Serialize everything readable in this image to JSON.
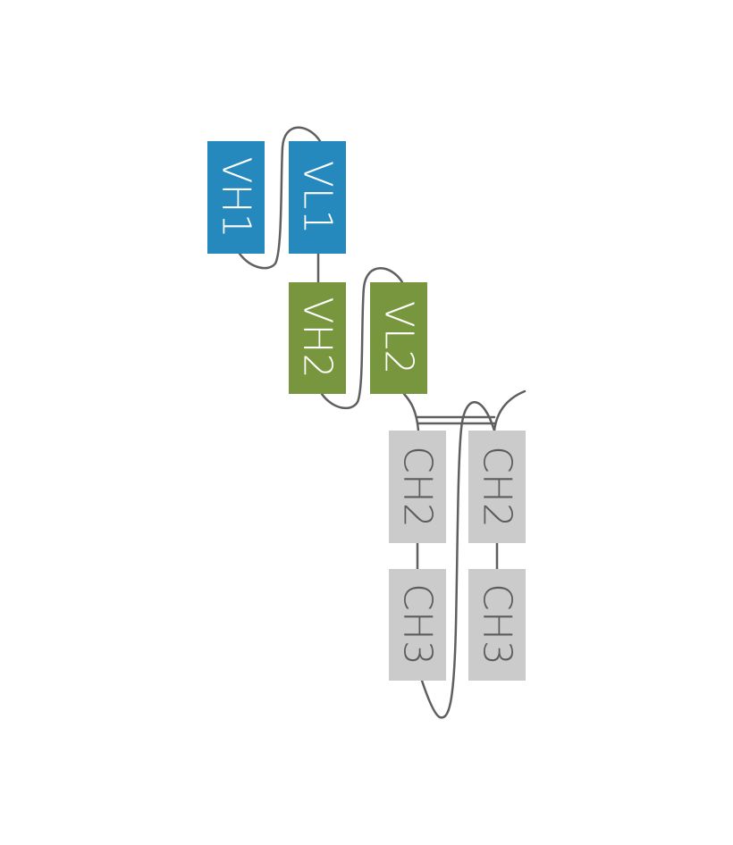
{
  "diagram": {
    "title": "Antibody domain structure diagram",
    "colors": {
      "variable_1": "#2589be",
      "variable_2": "#78963d",
      "constant": "#cbcbcb",
      "light_text": "#ffffff",
      "dark_text": "#5c5c5c",
      "linker": "#5f5f5f"
    },
    "domains": {
      "vh1": "VH1",
      "vl1": "VL1",
      "vh2": "VH2",
      "vl2": "VL2",
      "ch2_a": "CH2",
      "ch2_b": "CH2",
      "ch3_a": "CH3",
      "ch3_b": "CH3"
    }
  }
}
